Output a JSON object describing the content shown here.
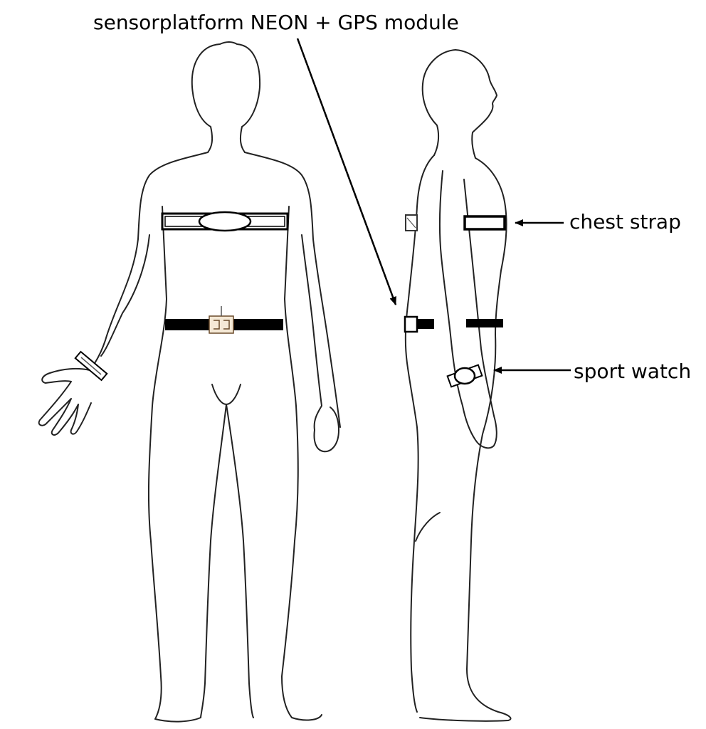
{
  "labels": {
    "sensor_platform": "sensorplatform NEON + GPS module",
    "chest_strap": "chest strap",
    "sport_watch": "sport watch"
  },
  "colors": {
    "line": "#222222",
    "band": "#000000",
    "background": "#ffffff"
  }
}
